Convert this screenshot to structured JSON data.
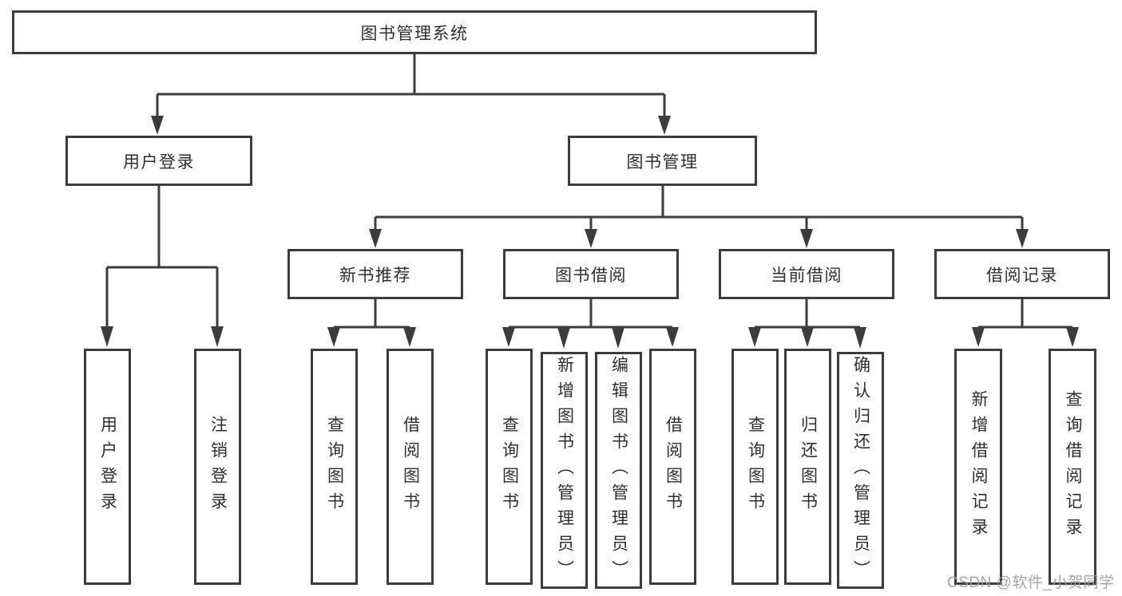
{
  "colors": {
    "line": "#3c3c3c",
    "text": "#2f2f2f",
    "watermark": "#9e9e9e",
    "background": "#ffffff"
  },
  "diagram": {
    "root": "图书管理系统",
    "branches": [
      {
        "label": "用户登录",
        "leaves": [
          "用户登录",
          "注销登录"
        ]
      },
      {
        "label": "图书管理",
        "groups": [
          {
            "label": "新书推荐",
            "leaves": [
              "查询图书",
              "借阅图书"
            ]
          },
          {
            "label": "图书借阅",
            "leaves": [
              "查询图书",
              "新增图书（管理员）",
              "编辑图书（管理员）",
              "借阅图书"
            ]
          },
          {
            "label": "当前借阅",
            "leaves": [
              "查询图书",
              "归还图书",
              "确认归还（管理员）"
            ]
          },
          {
            "label": "借阅记录",
            "leaves": [
              "新增借阅记录",
              "查询借阅记录"
            ]
          }
        ]
      }
    ]
  },
  "watermark": "CSDN @软件_小贺同学"
}
